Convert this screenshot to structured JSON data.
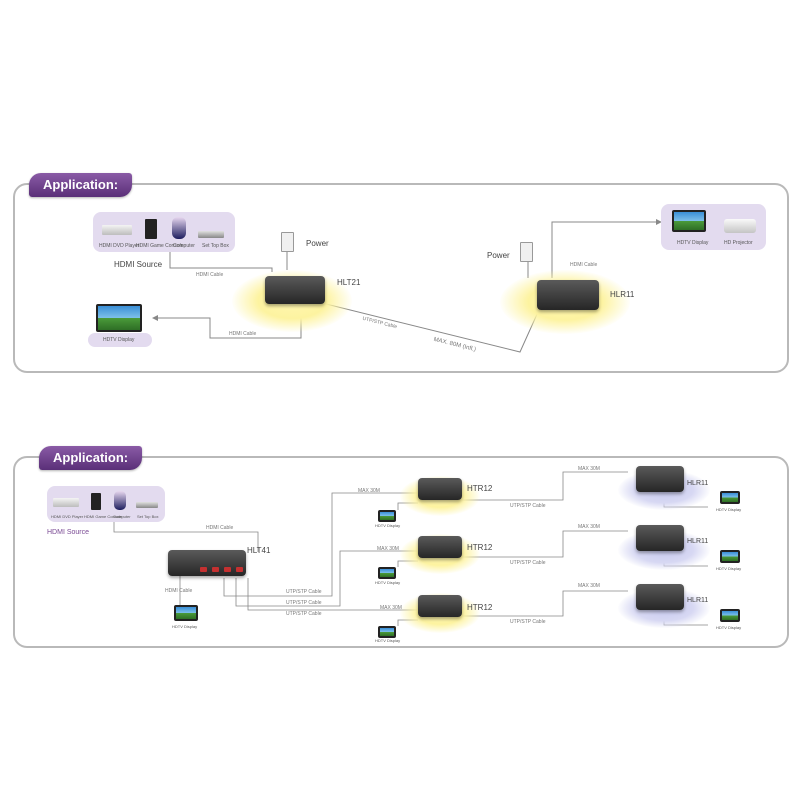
{
  "colors": {
    "accent": "#6a3a8c",
    "panel_border": "#b9b9b9",
    "group_bg": "#e3dbef"
  },
  "panel1": {
    "title": "Application:",
    "source_devices": [
      "HDMI DVD Player",
      "HDMI Game Console",
      "Computer",
      "Set Top Box"
    ],
    "source_label": "HDMI Source",
    "tx_power": "Power",
    "rx_power": "Power",
    "hdmi_cable_in": "HDMI Cable",
    "hdmi_cable_out": "HDMI Cable",
    "hdmi_cable_rx": "HDMI Cable",
    "tx_label": "HLT21",
    "rx_label": "HLR11",
    "utp_label": "UTP/STP Cable",
    "max_label": "MAX. 80M (Infl.)",
    "local_display": "HDTV Display",
    "remote_display": "HDTV Display",
    "remote_projector": "HD Projector"
  },
  "panel2": {
    "title": "Application:",
    "source_devices": [
      "HDMI DVD Player",
      "HDMI Game Console",
      "Computer",
      "Set Top Box"
    ],
    "source_label": "HDMI Source",
    "hdmi_cable_in": "HDMI Cable",
    "hdmi_cable_local": "HDMI Cable",
    "hub_label": "HLT41",
    "local_display": "HDTV Display",
    "rep_labels": [
      "HTR12",
      "HTR12",
      "HTR12"
    ],
    "rx_labels": [
      "HLR11",
      "HLR11",
      "HLR11"
    ],
    "utp_label": "UTP/STP Cable",
    "max_label": "MAX 30M",
    "rep_display": "HDTV Display",
    "rx_display": "HDTV Display"
  }
}
